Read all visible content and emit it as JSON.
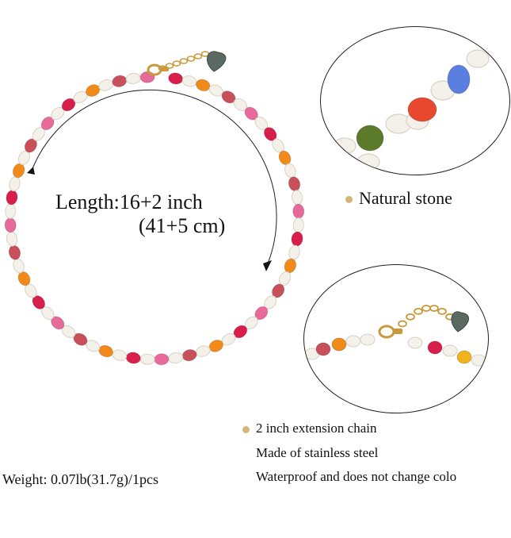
{
  "product": {
    "length_line1": "Length:16+2 inch",
    "length_line2": "(41+5 cm)",
    "weight": "Weight: 0.07lb(31.7g)/1pcs"
  },
  "callouts": {
    "stone": "Natural stone",
    "extension_line1": "2 inch extension chain",
    "extension_line2": "Made of stainless steel",
    "extension_line3": "Waterproof and does not change colo"
  },
  "colors": {
    "bullet": "#d6b57a",
    "pearl": "#f4f1ea",
    "gold": "#c99a3c",
    "stones": [
      "#e8492e",
      "#f28a1a",
      "#5b7fe0",
      "#d81e4a",
      "#5b7a2a",
      "#e86a9a",
      "#f2b21c",
      "#c8505a"
    ]
  },
  "icons": {
    "pendant": "heart-pendant-icon",
    "clasp": "lobster-clasp-icon"
  }
}
